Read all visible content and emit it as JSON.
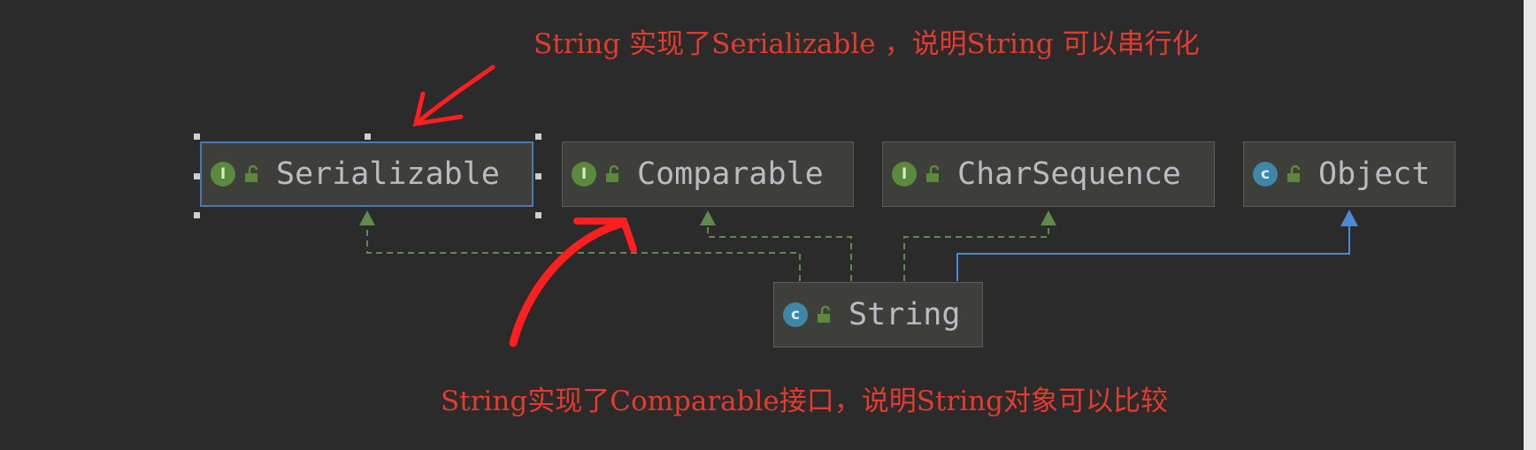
{
  "diagram": {
    "nodes": [
      {
        "id": "serializable",
        "label": "Serializable",
        "kind": "interface",
        "badge": "I",
        "selected": true
      },
      {
        "id": "comparable",
        "label": "Comparable",
        "kind": "interface",
        "badge": "I",
        "selected": false
      },
      {
        "id": "charsequence",
        "label": "CharSequence",
        "kind": "interface",
        "badge": "I",
        "selected": false
      },
      {
        "id": "object",
        "label": "Object",
        "kind": "class",
        "badge": "c",
        "selected": false
      },
      {
        "id": "string",
        "label": "String",
        "kind": "class",
        "badge": "c",
        "selected": false
      }
    ],
    "edges": [
      {
        "from": "string",
        "to": "serializable",
        "type": "implements"
      },
      {
        "from": "string",
        "to": "comparable",
        "type": "implements"
      },
      {
        "from": "string",
        "to": "charsequence",
        "type": "implements"
      },
      {
        "from": "string",
        "to": "object",
        "type": "extends"
      }
    ],
    "colors": {
      "background": "#2b2b2b",
      "node_fill": "#3e3e3a",
      "implements_edge": "#5f8a4c",
      "extends_edge": "#4b8ad6",
      "annotation": "#e53b2e"
    }
  },
  "annotations": {
    "top_note": "String 实现了Serializable ，说明String 可以串行化",
    "bottom_note": "String实现了Comparable接口，说明String对象可以比较"
  }
}
